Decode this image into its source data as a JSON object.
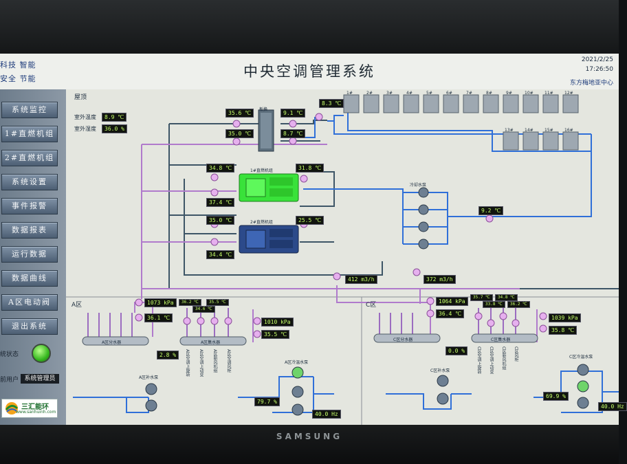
{
  "header": {
    "title": "中央空调管理系统",
    "slogan_top": "科技  智能",
    "slogan_bottom": "安全  节能",
    "date": "2021/2/25",
    "time": "17:26:50",
    "company": "东方梅地亚中心"
  },
  "sidebar": {
    "items": [
      {
        "label": "系统监控"
      },
      {
        "label": "1#直燃机组"
      },
      {
        "label": "2#直燃机组"
      },
      {
        "label": "系统设置"
      },
      {
        "label": "事件报警"
      },
      {
        "label": "数据报表"
      },
      {
        "label": "运行数据"
      },
      {
        "label": "数据曲线"
      },
      {
        "label": "A区电动阀"
      },
      {
        "label": "退出系统"
      }
    ],
    "status_label": "统状态",
    "user_label": "前用户",
    "user_value": "系统管理员",
    "logo_name": "三汇能环",
    "logo_url": "www.sanhuinh.com"
  },
  "roof": {
    "label": "屋顶",
    "outdoor_temp_label": "室外温度",
    "outdoor_temp": "8.9 ℃",
    "outdoor_humidity_label": "室外湿度",
    "outdoor_humidity": "36.0 %",
    "tower_temp": "8.3 ℃",
    "cooling_towers_row1": [
      "1#",
      "2#",
      "3#",
      "4#",
      "5#",
      "6#",
      "7#",
      "8#",
      "9#",
      "10#",
      "11#",
      "12#"
    ],
    "cooling_towers_row2": [
      "13#",
      "14#",
      "15#",
      "16#"
    ]
  },
  "exchanger": {
    "label": "板换",
    "left_top": "35.6 ℃",
    "left_bottom": "35.0 ℃",
    "right_top": "9.1 ℃",
    "right_bottom": "8.7 ℃"
  },
  "chiller1": {
    "label": "1#直燃机组",
    "in_left": "34.8 ℃",
    "out_left": "37.4 ℃",
    "right": "31.8 ℃"
  },
  "chiller2": {
    "label": "2#直燃机组",
    "in_left": "35.0 ℃",
    "out_left": "34.4 ℃",
    "right": "25.5 ℃"
  },
  "cooling_pumps": {
    "label": "冷却水泵",
    "temp": "9.2 ℃"
  },
  "flows": {
    "flow1": "412 m3/h",
    "flow2": "372 m3/h"
  },
  "zone_a": {
    "label": "A区",
    "pressure1": "1073 kPa",
    "temp1": "36.1 ℃",
    "pressure2": "1010 kPa",
    "temp2": "35.5 ℃",
    "branch_temps": [
      "36.2 ℃",
      "34.6 ℃",
      "35.5 ℃"
    ],
    "valve_pct": "2.8 %",
    "dist_label": "A区分水器",
    "coll_label": "A区集水器",
    "branch_names": [
      "A区空调上旋转",
      "A区空调上动变",
      "A区新风机组",
      "A区空调风柜"
    ],
    "makeup_label": "A区补水泵",
    "circ_label": "A区冷温水泵",
    "pump_pct": "79.7 %",
    "freq": "40.0 Hz"
  },
  "zone_c": {
    "label": "C区",
    "pressure1": "1064 kPa",
    "temp1": "36.4 ℃",
    "pressure2": "1039 kPa",
    "temp2": "35.8 ℃",
    "branch_temps": [
      "35.7 ℃",
      "33.8 ℃",
      "34.8 ℃",
      "36.2 ℃"
    ],
    "valve_pct": "0.0 %",
    "dist_label": "C区分水器",
    "coll_label": "C区集水器",
    "branch_names": [
      "C区空调上旋转",
      "C区空调上动变",
      "C区新风机组",
      "C区风柜"
    ],
    "makeup_label": "C区补水泵",
    "circ_label": "C区冷温水泵",
    "pump_pct": "69.9 %",
    "freq": "40.0 Hz"
  },
  "colors": {
    "pipe_blue": "#2f6fd8",
    "pipe_dark": "#3d5566",
    "pipe_purple": "#b07acc",
    "chiller1": "#39e23a",
    "chiller2": "#2c4a8a",
    "readout_bg": "#11140f",
    "readout_fg": "#c6ff6a"
  }
}
